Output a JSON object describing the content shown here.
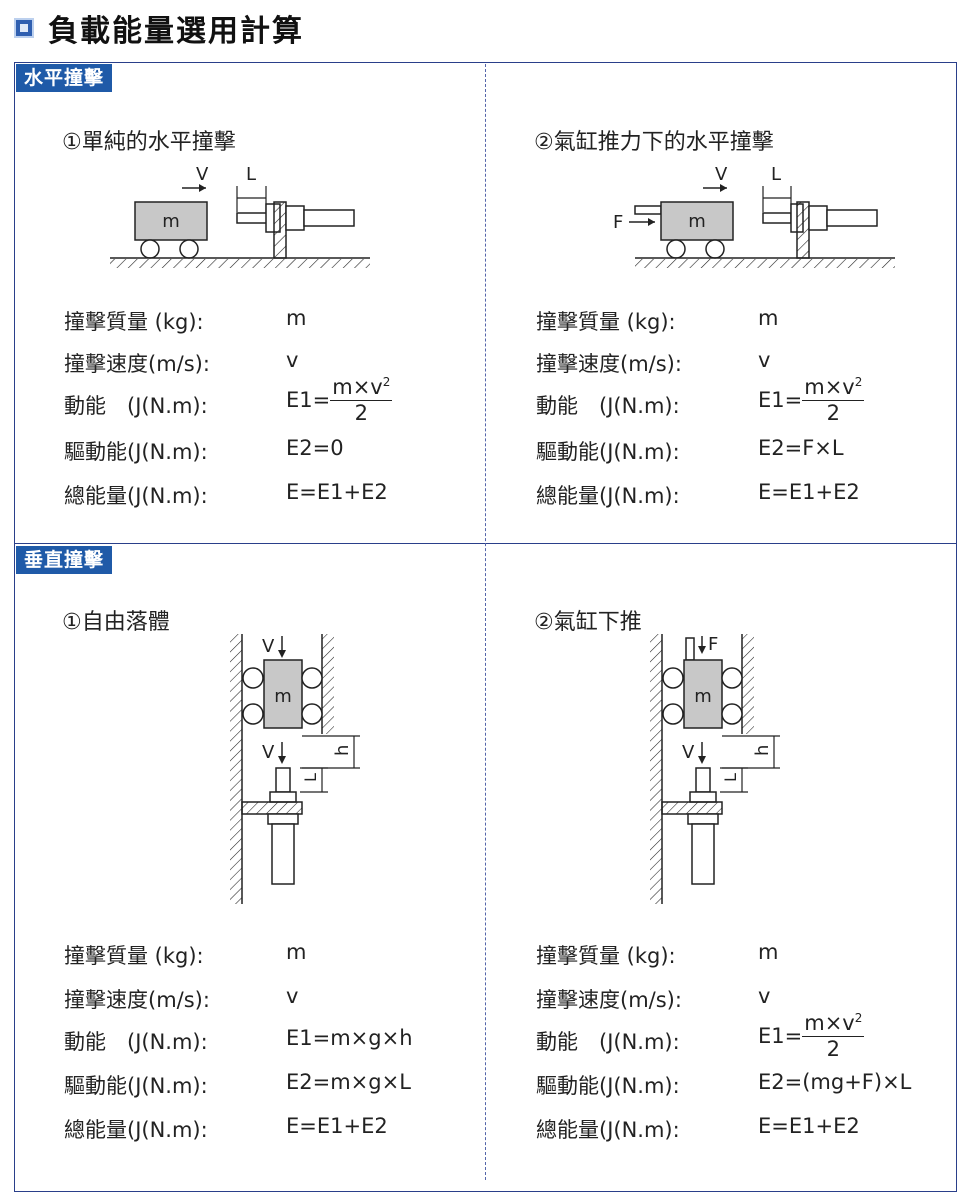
{
  "page": {
    "title": "負載能量選用計算"
  },
  "sections": {
    "horizontal": {
      "tag": "水平撞擊"
    },
    "vertical": {
      "tag": "垂直撞擊"
    }
  },
  "panels": {
    "h1": {
      "subtitle": "①單純的水平撞擊",
      "diagram": {
        "v": "V",
        "l": "L",
        "mass": "m"
      },
      "rows": [
        {
          "label": "撞擊質量 (kg):",
          "value": "m"
        },
        {
          "label": "撞擊速度(m/s):",
          "value": "v"
        },
        {
          "label": "動能　(J(N.m):",
          "value_prefix": "E1=",
          "num": "m×v",
          "sup": "2",
          "den": "2"
        },
        {
          "label": "驅動能(J(N.m):",
          "value": "E2=0"
        },
        {
          "label": "總能量(J(N.m):",
          "value": "E=E1+E2"
        }
      ]
    },
    "h2": {
      "subtitle": "②氣缸推力下的水平撞擊",
      "diagram": {
        "v": "V",
        "l": "L",
        "mass": "m",
        "f": "F"
      },
      "rows": [
        {
          "label": "撞擊質量 (kg):",
          "value": "m"
        },
        {
          "label": "撞擊速度(m/s):",
          "value": "v"
        },
        {
          "label": "動能　(J(N.m):",
          "value_prefix": "E1=",
          "num": "m×v",
          "sup": "2",
          "den": "2"
        },
        {
          "label": "驅動能(J(N.m):",
          "value": "E2=F×L"
        },
        {
          "label": "總能量(J(N.m):",
          "value": "E=E1+E2"
        }
      ]
    },
    "v1": {
      "subtitle": "①自由落體",
      "diagram": {
        "v": "V",
        "l": "L",
        "h": "h",
        "mass": "m"
      },
      "rows": [
        {
          "label": "撞擊質量 (kg):",
          "value": "m"
        },
        {
          "label": "撞擊速度(m/s):",
          "value": "v"
        },
        {
          "label": "動能　(J(N.m):",
          "value": "E1=m×g×h"
        },
        {
          "label": "驅動能(J(N.m):",
          "value": "E2=m×g×L"
        },
        {
          "label": "總能量(J(N.m):",
          "value": "E=E1+E2"
        }
      ]
    },
    "v2": {
      "subtitle": "②氣缸下推",
      "diagram": {
        "v": "V",
        "l": "L",
        "h": "h",
        "mass": "m",
        "f": "F"
      },
      "rows": [
        {
          "label": "撞擊質量 (kg):",
          "value": "m"
        },
        {
          "label": "撞擊速度(m/s):",
          "value": "v"
        },
        {
          "label": "動能　(J(N.m):",
          "value_prefix": "E1=",
          "num": "m×v",
          "sup": "2",
          "den": "2"
        },
        {
          "label": "驅動能(J(N.m):",
          "value": "E2=(mg+F)×L"
        },
        {
          "label": "總能量(J(N.m):",
          "value": "E=E1+E2"
        }
      ]
    }
  }
}
